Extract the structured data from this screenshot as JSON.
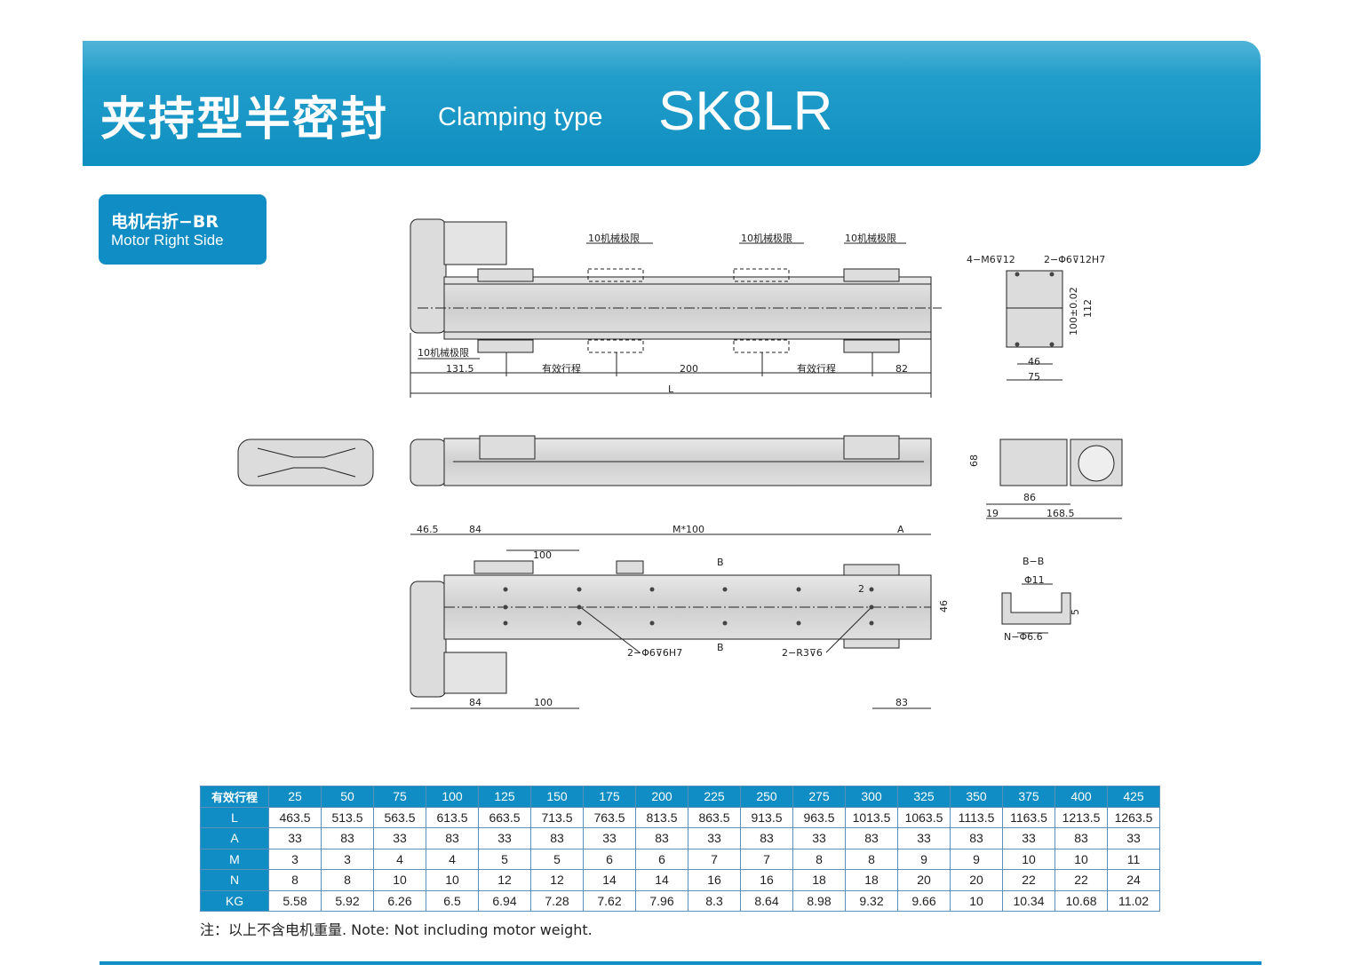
{
  "header": {
    "title_cn": "夹持型半密封",
    "title_en": "Clamping type",
    "model": "SK8LR"
  },
  "section_tag": {
    "cn": "电机右折−BR",
    "en": "Motor Right Side"
  },
  "drawing_labels": {
    "limit": "10机械极限",
    "d131": "131.5",
    "stroke": "有效行程",
    "d200": "200",
    "d82": "82",
    "L": "L",
    "m6": "4−M6⊽12",
    "phi6h7": "2−Φ6⊽12H7",
    "d100tol": "100±0.02",
    "d112": "112",
    "d46": "46",
    "d75": "75",
    "d68": "68",
    "d86": "86",
    "d19": "19",
    "d168": "168.5",
    "d465": "46.5",
    "d84": "84",
    "m100": "M*100",
    "A": "A",
    "d100": "100",
    "B": "B",
    "two": "2",
    "phi6v6": "2−Φ6⊽6H7",
    "r3": "2−R3⊽6",
    "d83": "83",
    "bb": "B−B",
    "phi11": "Φ11",
    "d5": "5",
    "nphi": "N−Φ6.6"
  },
  "table": {
    "corner": "有效行程",
    "strokes": [
      "25",
      "50",
      "75",
      "100",
      "125",
      "150",
      "175",
      "200",
      "225",
      "250",
      "275",
      "300",
      "325",
      "350",
      "375",
      "400",
      "425"
    ],
    "rows": [
      {
        "label": "L",
        "values": [
          "463.5",
          "513.5",
          "563.5",
          "613.5",
          "663.5",
          "713.5",
          "763.5",
          "813.5",
          "863.5",
          "913.5",
          "963.5",
          "1013.5",
          "1063.5",
          "1113.5",
          "1163.5",
          "1213.5",
          "1263.5"
        ]
      },
      {
        "label": "A",
        "values": [
          "33",
          "83",
          "33",
          "83",
          "33",
          "83",
          "33",
          "83",
          "33",
          "83",
          "33",
          "83",
          "33",
          "83",
          "33",
          "83",
          "33"
        ]
      },
      {
        "label": "M",
        "values": [
          "3",
          "3",
          "4",
          "4",
          "5",
          "5",
          "6",
          "6",
          "7",
          "7",
          "8",
          "8",
          "9",
          "9",
          "10",
          "10",
          "11"
        ]
      },
      {
        "label": "N",
        "values": [
          "8",
          "8",
          "10",
          "10",
          "12",
          "12",
          "14",
          "14",
          "16",
          "16",
          "18",
          "18",
          "20",
          "20",
          "22",
          "22",
          "24"
        ]
      },
      {
        "label": "KG",
        "values": [
          "5.58",
          "5.92",
          "6.26",
          "6.5",
          "6.94",
          "7.28",
          "7.62",
          "7.96",
          "8.3",
          "8.64",
          "8.98",
          "9.32",
          "9.66",
          "10",
          "10.34",
          "10.68",
          "11.02"
        ]
      }
    ]
  },
  "note": "注：以上不含电机重量. Note: Not including motor weight."
}
